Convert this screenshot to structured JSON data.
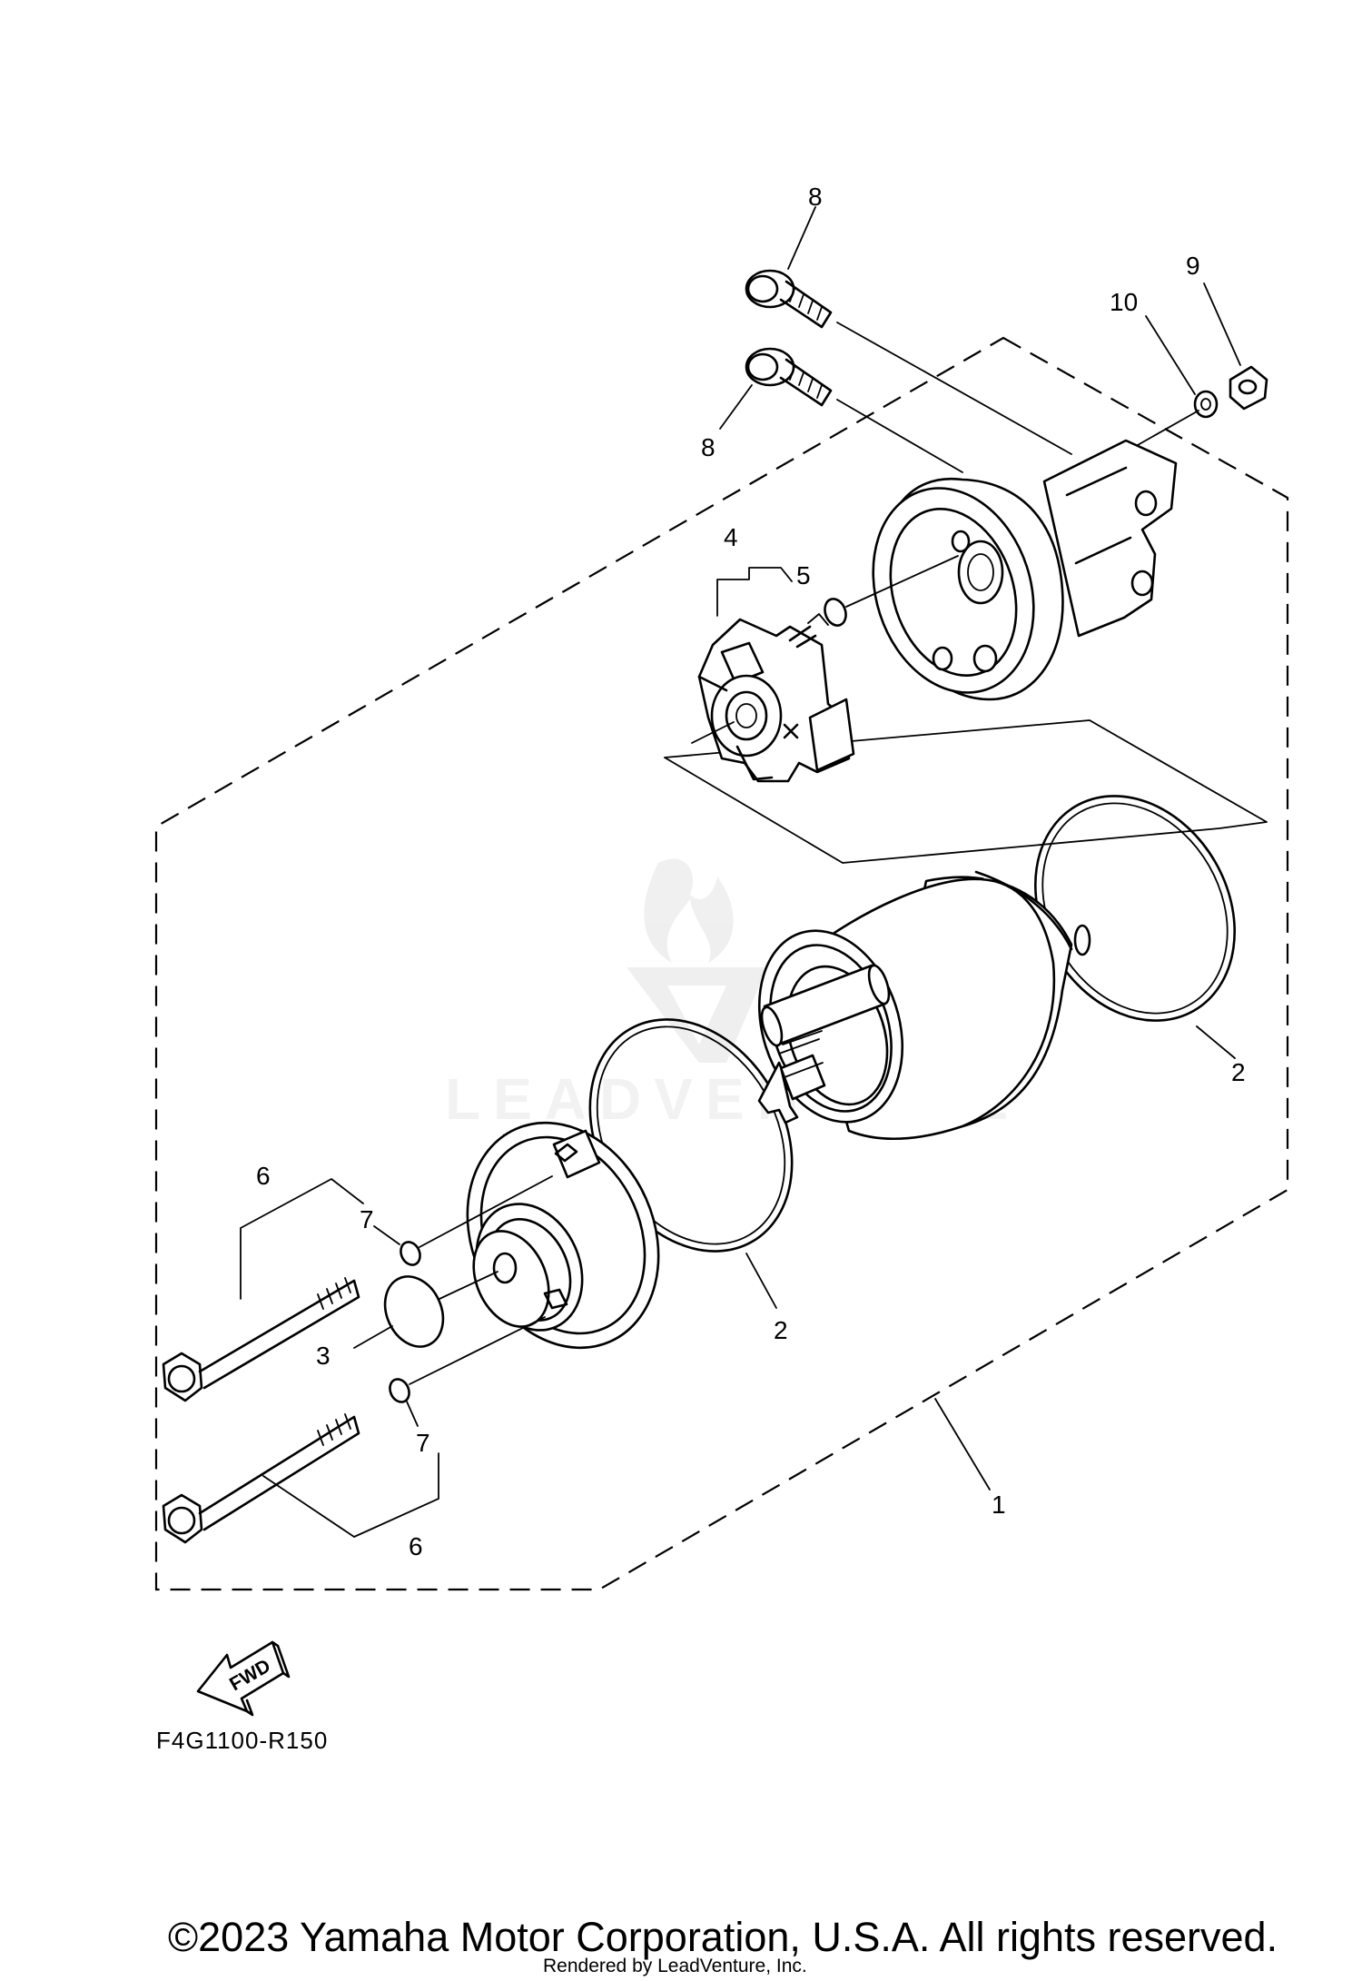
{
  "diagram": {
    "part_code": "F4G1100-R150",
    "fwd_label": "FWD",
    "callouts": [
      "8",
      "8",
      "9",
      "10",
      "4",
      "5",
      "2",
      "2",
      "6",
      "7",
      "3",
      "7",
      "6",
      "1"
    ]
  },
  "watermark": {
    "brand": "LEADVENTURE"
  },
  "footer": {
    "copyright": "©2023 Yamaha Motor Corporation, U.S.A. All rights reserved.",
    "rendered_by": "Rendered by LeadVenture, Inc."
  }
}
